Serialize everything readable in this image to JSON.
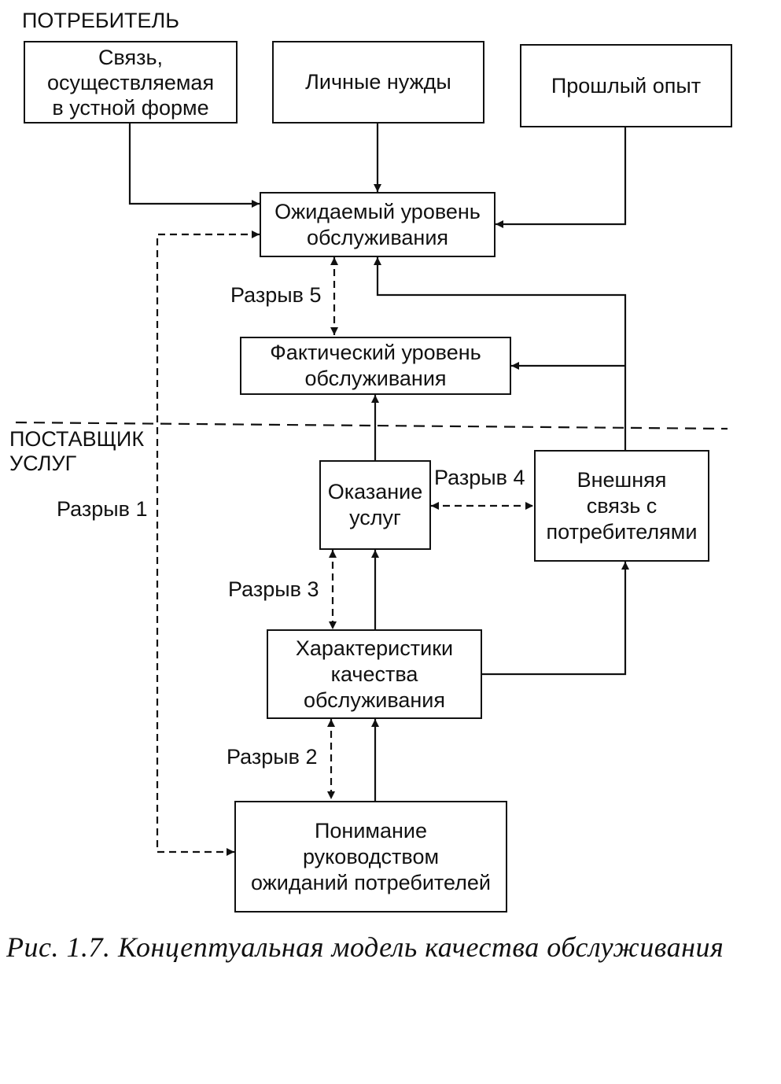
{
  "sections": {
    "consumer": "ПОТРЕБИТЕЛЬ",
    "provider": "ПОСТАВЩИК\nУСЛУГ"
  },
  "boxes": {
    "word_of_mouth": "Связь,\nосуществляемая\nв устной форме",
    "personal_needs": "Личные нужды",
    "past_experience": "Прошлый опыт",
    "expected_service": "Ожидаемый уровень\nобслуживания",
    "perceived_service": "Фактический уровень\nобслуживания",
    "service_delivery": "Оказание\nуслуг",
    "external_communications": "Внешняя\nсвязь с\nпотребителями",
    "service_quality_specs": "Характеристики\nкачества\nобслуживания",
    "management_perceptions": "Понимание\nруководством\nожиданий потребителей"
  },
  "gaps": {
    "gap1": "Разрыв 1",
    "gap2": "Разрыв 2",
    "gap3": "Разрыв 3",
    "gap4": "Разрыв 4",
    "gap5": "Разрыв 5"
  },
  "caption": "Рис. 1.7. Концептуальная модель качества обслуживания"
}
